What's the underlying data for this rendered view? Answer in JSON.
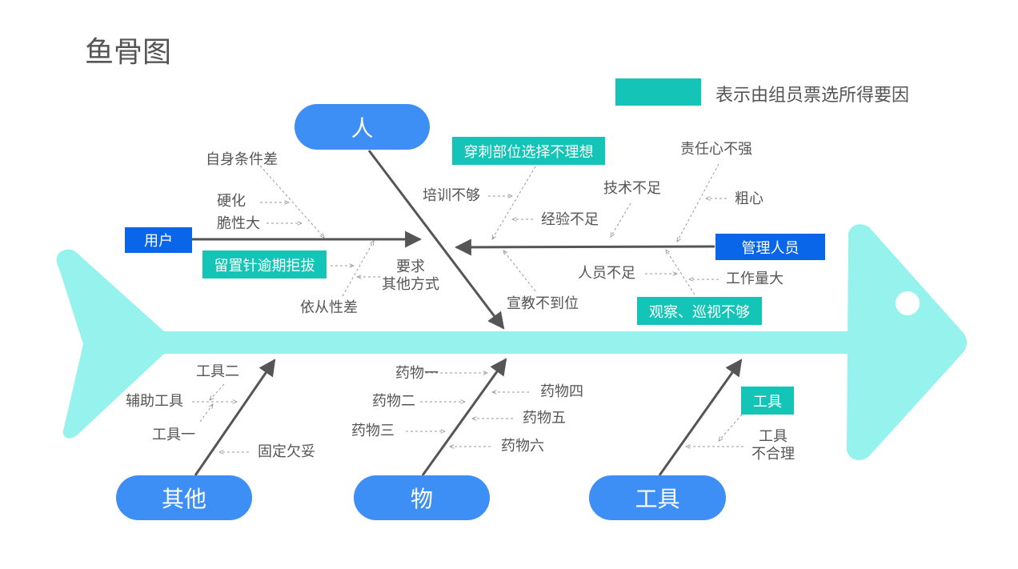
{
  "title": "鱼骨图",
  "legend": {
    "text": "表示由组员票选所得要因",
    "color": "#14c4b7"
  },
  "colors": {
    "fish": "#95f2ec",
    "pill": "#3d8ef5",
    "teal_tag": "#14c4b7",
    "blue_tag": "#0a66e8",
    "arrow": "#555555",
    "dashed": "#9a9a9a"
  },
  "categories": {
    "ren": "人",
    "qita": "其他",
    "wu": "物",
    "gongju": "工具"
  },
  "tags": {
    "yonghu": "用户",
    "guanli": "管理人员",
    "chuanci": "穿刺部位选择不理想",
    "liuzhi": "留置针逾期拒拔",
    "guancha": "观察、巡视不够",
    "gongju_tag": "工具"
  },
  "causes": {
    "zishen": "自身条件差",
    "yinghua": "硬化",
    "cuixing": "脆性大",
    "yaoqiu_1": "要求",
    "yaoqiu_2": "其他方式",
    "yicong": "依从性差",
    "peixun": "培训不够",
    "jingyan": "经验不足",
    "xuanjiao": "宣教不到位",
    "jishu": "技术不足",
    "zeren": "责任心不强",
    "cuxin": "粗心",
    "renyuan": "人员不足",
    "gongzuo": "工作量大",
    "gongju2": "工具二",
    "fuzhu": "辅助工具",
    "gongju1": "工具一",
    "guding": "固定欠妥",
    "yaowu1": "药物一",
    "yaowu2": "药物二",
    "yaowu3": "药物三",
    "yaowu4": "药物四",
    "yaowu5": "药物五",
    "yaowu6": "药物六",
    "buheli_1": "工具",
    "buheli_2": "不合理"
  }
}
